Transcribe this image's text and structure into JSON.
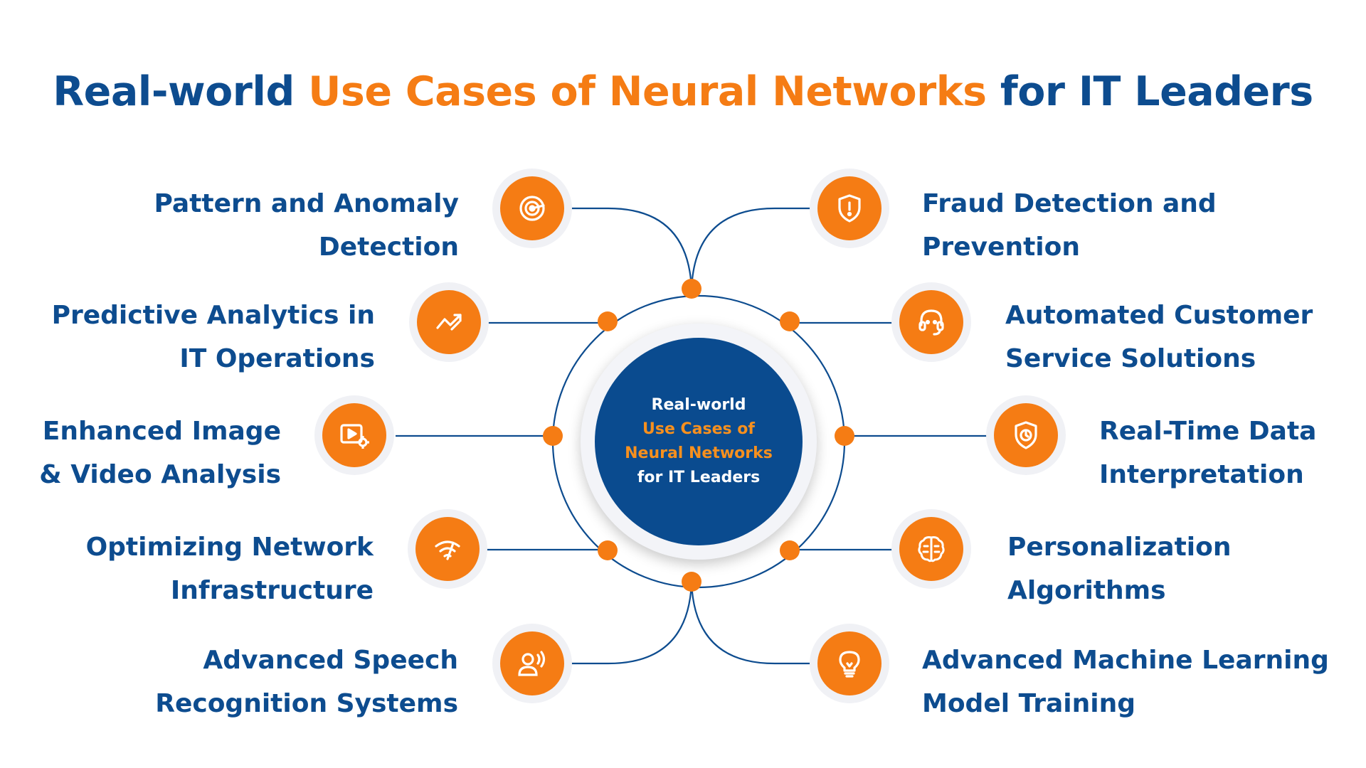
{
  "title": {
    "part1": "Real-world ",
    "part2": "Use Cases of Neural Networks",
    "part3": " for IT Leaders"
  },
  "center": {
    "line1": "Real-world",
    "line2": "Use Cases of",
    "line3": "Neural Networks",
    "line4": "for IT Leaders"
  },
  "colors": {
    "navy": "#0d4c8f",
    "orange": "#f57c14",
    "halo": "#f0f1f5"
  },
  "items": [
    {
      "icon": "target-icon",
      "line1": "Pattern and Anomaly",
      "line2": "Detection"
    },
    {
      "icon": "shield-alert-icon",
      "line1": "Fraud Detection and",
      "line2": "Prevention"
    },
    {
      "icon": "trend-chart-icon",
      "line1": "Predictive Analytics in",
      "line2": "IT Operations"
    },
    {
      "icon": "headset-icon",
      "line1": "Automated Customer",
      "line2": "Service Solutions"
    },
    {
      "icon": "video-settings-icon",
      "line1": "Enhanced Image",
      "line2": "& Video Analysis"
    },
    {
      "icon": "clock-shield-icon",
      "line1": "Real-Time Data",
      "line2": "Interpretation"
    },
    {
      "icon": "network-speed-icon",
      "line1": "Optimizing Network",
      "line2": "Infrastructure"
    },
    {
      "icon": "brain-icon",
      "line1": "Personalization",
      "line2": "Algorithms"
    },
    {
      "icon": "speech-icon",
      "line1": "Advanced Speech",
      "line2": "Recognition Systems"
    },
    {
      "icon": "lightbulb-icon",
      "line1": "Advanced Machine Learning",
      "line2": "Model Training"
    }
  ]
}
